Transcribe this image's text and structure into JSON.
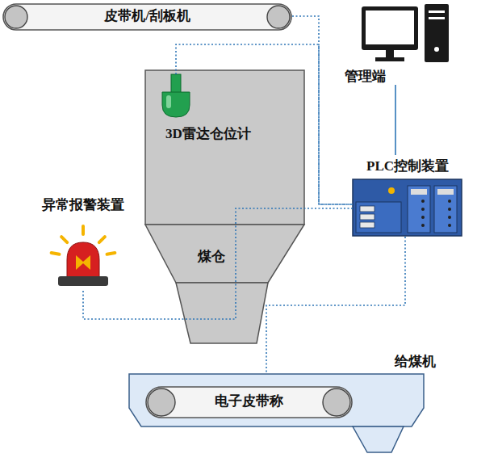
{
  "diagram": {
    "nodes": [
      {
        "text": [
          "皮带机/刮板机"
        ]
      },
      {
        "text": [
          "管理端"
        ]
      },
      {
        "text": [
          "煤仓"
        ]
      },
      {
        "text": [
          "3D雷达仓位计"
        ],
        "in": 2
      },
      {
        "text": [
          "异常报警装置"
        ]
      },
      {
        "text": [
          "PLC控制装置"
        ]
      },
      {
        "text": [
          "给煤机"
        ]
      },
      {
        "text": [
          "电子皮带称"
        ],
        "in": 6
      }
    ],
    "edges": [
      {
        "from": 0,
        "to": 5,
        "arrow": "none"
      },
      {
        "from": 3,
        "to": 5,
        "arrow": "none"
      },
      {
        "from": 4,
        "to": 5,
        "arrow": "none"
      },
      {
        "from": 5,
        "to": 6,
        "arrow": "none"
      },
      {
        "from": 1,
        "to": 5,
        "arrow": "none"
      }
    ]
  }
}
